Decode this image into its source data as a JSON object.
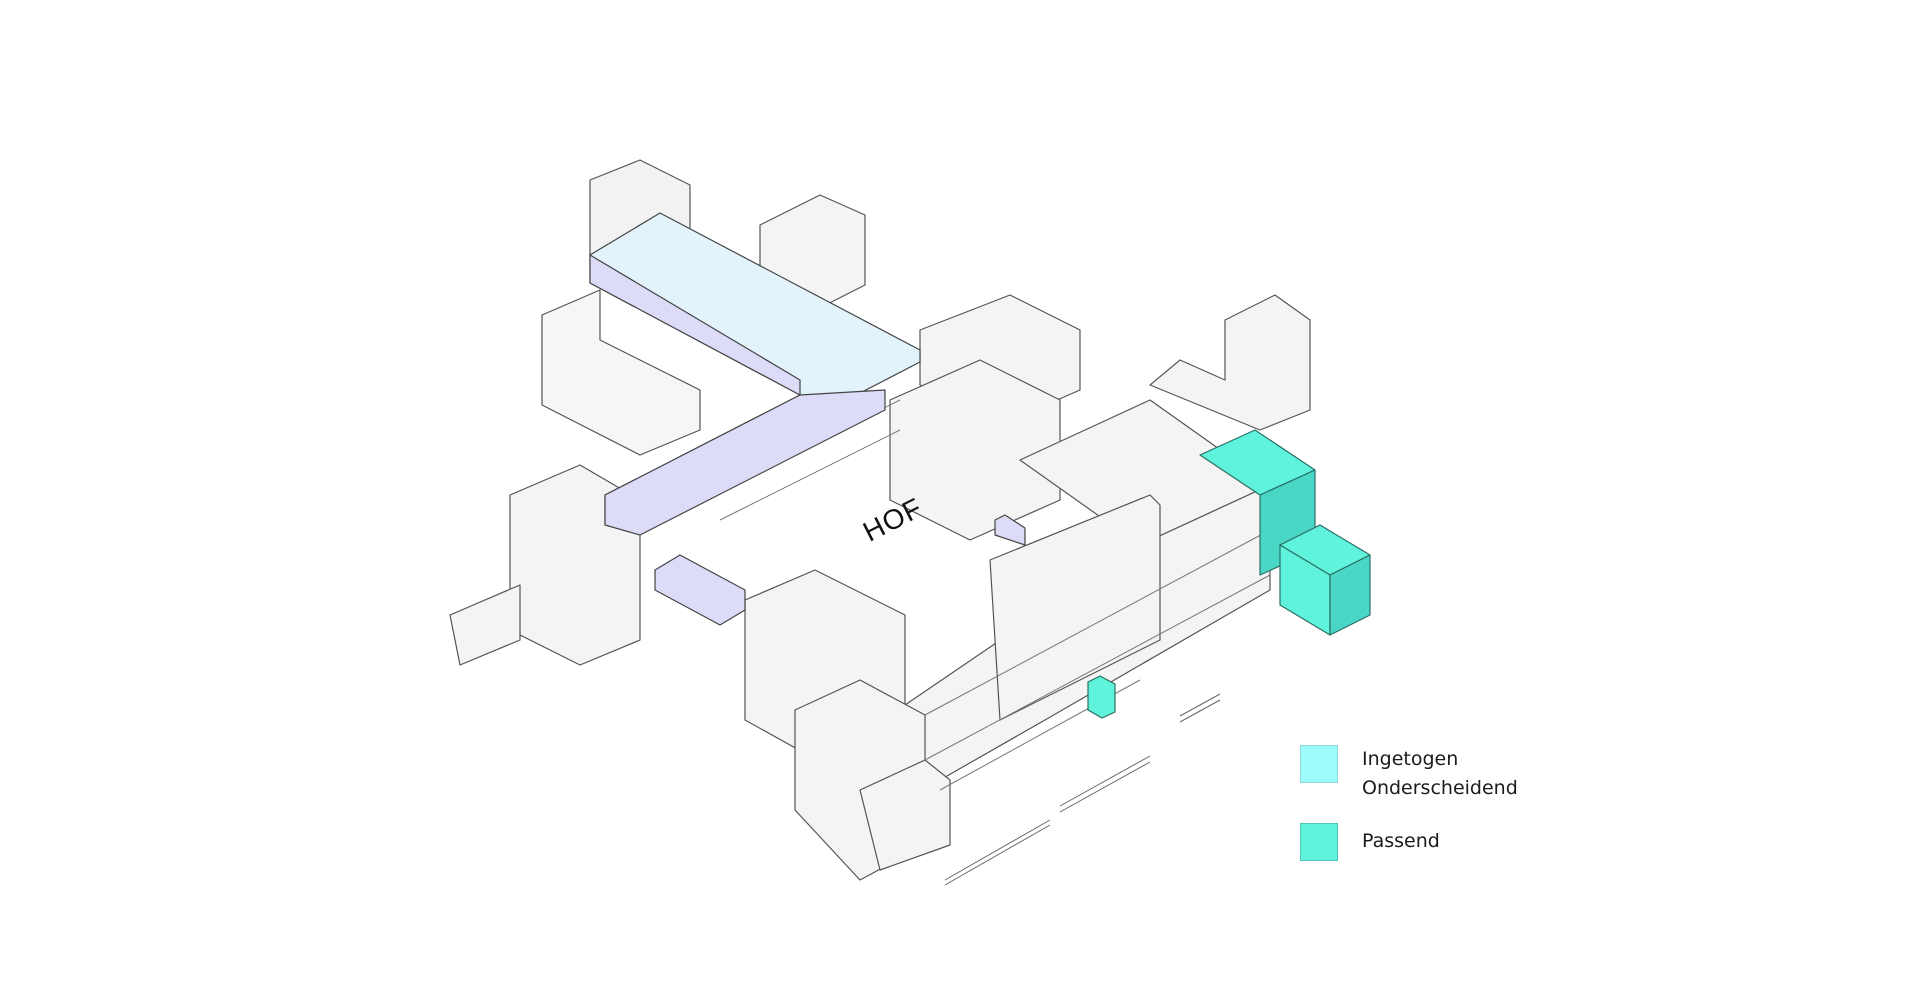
{
  "plan_label": "HOF",
  "legend": [
    {
      "id": "ingetogen",
      "lines": [
        "Ingetogen",
        "Onderscheidend"
      ],
      "color": "#9ffcfc"
    },
    {
      "id": "passend",
      "lines": [
        "Passend"
      ],
      "color": "#5ff3dc"
    }
  ],
  "colors": {
    "roof_light": "#e3f3fc",
    "roof_lilac": "#dcdcf8",
    "new_volume": "#5ff3dc",
    "new_volume_dark": "#49d6c4",
    "line": "#555555",
    "wall": "#f5f5f5"
  }
}
